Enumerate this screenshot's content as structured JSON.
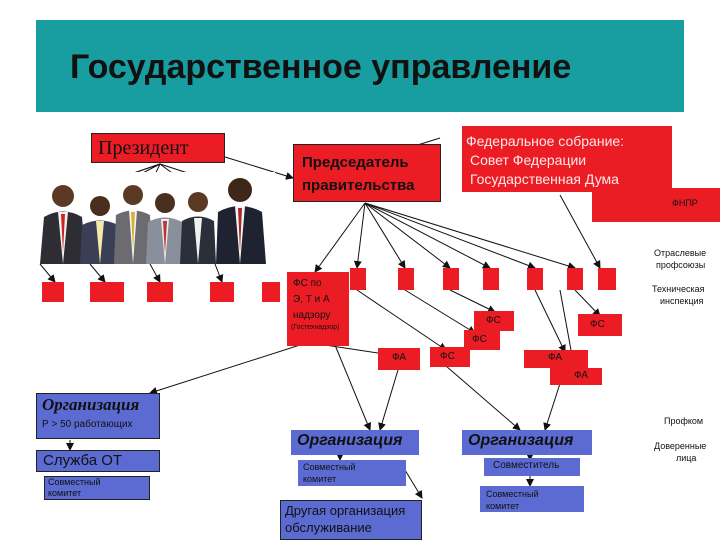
{
  "title": "Государственное управление",
  "colors": {
    "title_bg": "#189da0",
    "red": "#ec1c24",
    "blue": "#5b6bd1",
    "dark": "#1a1a1a"
  },
  "top": {
    "president": "Президент",
    "chairman_line1": "Председатель",
    "chairman_line2": "правительства",
    "assembly_line1": "Федеральное собрание:",
    "assembly_line2": "Совет Федерации",
    "assembly_line3": "Государственная Дума"
  },
  "right_labels": {
    "fnpr": "ФНПР",
    "branch_unions_1": "Отраслевые",
    "branch_unions_2": "профсоюзы",
    "tech_insp_1": "Техническая",
    "tech_insp_2": "инспекция",
    "profkom": "Профком",
    "trusted_1": "Доверенные",
    "trusted_2": "лица"
  },
  "agencies": {
    "fs_supervision_1": "ФС по",
    "fs_supervision_2": "Э, Т и А",
    "fs_supervision_3": "надзору",
    "fs_supervision_4": "(Гостехнадзор)",
    "fs_a": "ФС",
    "fs_b": "ФС",
    "fs_c": "ФС",
    "fs_d": "ФС",
    "fa_a": "ФА",
    "fa_b": "ФА",
    "fa_c": "ФА"
  },
  "org_left": {
    "title": "Организация",
    "employees": "Р > 50 работающих",
    "service": "Служба  ОТ",
    "committee_1": "Совместный",
    "committee_2": "комитет"
  },
  "org_mid": {
    "title": "Организация",
    "committee_1": "Совместный",
    "committee_2": "комитет",
    "other_1": "Другая  организация",
    "other_2": "обслуживание"
  },
  "org_right": {
    "title": "Организация",
    "part_timer": "Совместитель",
    "committee_1": "Совместный",
    "committee_2": "комитет"
  }
}
